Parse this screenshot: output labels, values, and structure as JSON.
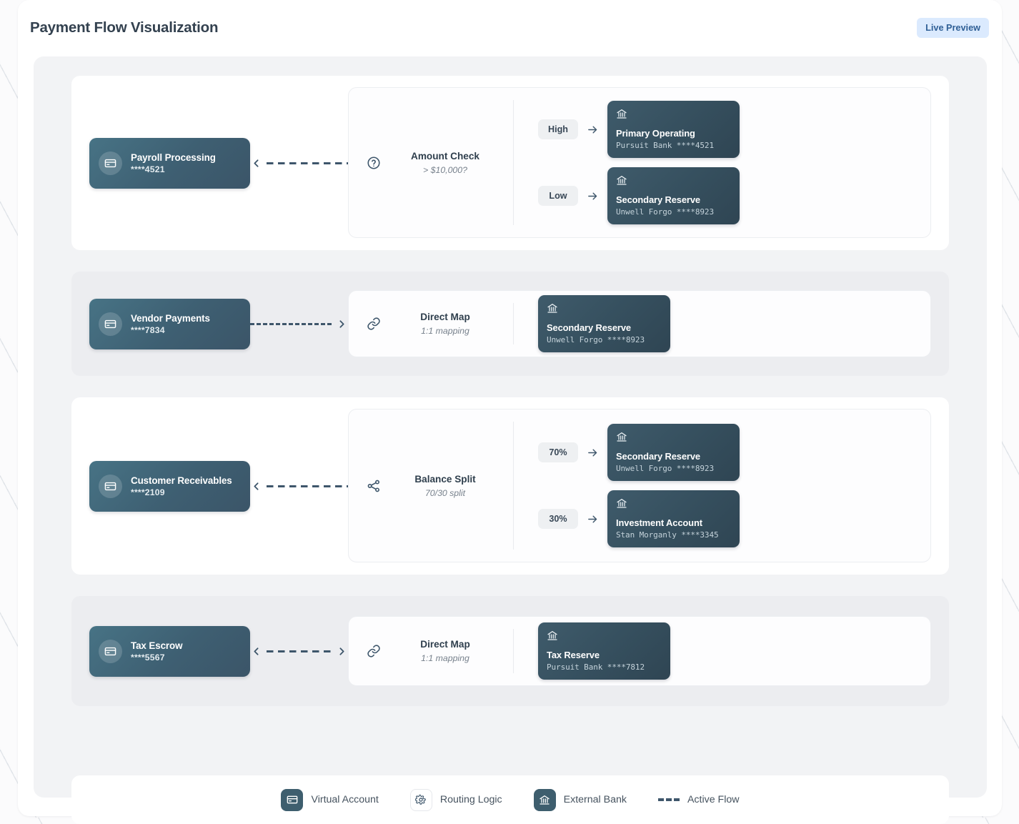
{
  "header": {
    "title": "Payment Flow Visualization",
    "live_preview_label": "Live Preview"
  },
  "flows": [
    {
      "source": {
        "name": "Payroll Processing",
        "account": "****4521",
        "icon": "credit-card-icon"
      },
      "connector": {
        "style": "dash-dot",
        "left_chevron": true,
        "right_chevron": false
      },
      "logic": {
        "icon": "help-circle-icon",
        "title": "Amount Check",
        "subtitle": "> $10,000?"
      },
      "branches": [
        {
          "badge": "High",
          "dest_name": "Primary Operating",
          "dest_bank": "Pursuit Bank ****4521",
          "dest_icon": "bank-icon"
        },
        {
          "badge": "Low",
          "dest_name": "Secondary Reserve",
          "dest_bank": "Unwell Forgo ****8923",
          "dest_icon": "bank-icon"
        }
      ]
    },
    {
      "source": {
        "name": "Vendor Payments",
        "account": "****7834",
        "icon": "credit-card-icon"
      },
      "connector": {
        "style": "dashed",
        "left_chevron": false,
        "right_chevron": true
      },
      "logic": {
        "icon": "link-icon",
        "title": "Direct Map",
        "subtitle": "1:1 mapping"
      },
      "branches": [
        {
          "badge": "",
          "dest_name": "Secondary Reserve",
          "dest_bank": "Unwell Forgo ****8923",
          "dest_icon": "bank-icon"
        }
      ]
    },
    {
      "source": {
        "name": "Customer Receivables",
        "account": "****2109",
        "icon": "credit-card-icon"
      },
      "connector": {
        "style": "dash-dot",
        "left_chevron": true,
        "right_chevron": false
      },
      "logic": {
        "icon": "share-split-icon",
        "title": "Balance Split",
        "subtitle": "70/30 split"
      },
      "branches": [
        {
          "badge": "70%",
          "dest_name": "Secondary Reserve",
          "dest_bank": "Unwell Forgo ****8923",
          "dest_icon": "bank-icon"
        },
        {
          "badge": "30%",
          "dest_name": "Investment Account",
          "dest_bank": "Stan Morganly ****3345",
          "dest_icon": "bank-icon"
        }
      ]
    },
    {
      "source": {
        "name": "Tax Escrow",
        "account": "****5567",
        "icon": "credit-card-icon"
      },
      "connector": {
        "style": "dash-dot",
        "left_chevron": true,
        "right_chevron": true
      },
      "logic": {
        "icon": "link-icon",
        "title": "Direct Map",
        "subtitle": "1:1 mapping"
      },
      "branches": [
        {
          "badge": "",
          "dest_name": "Tax Reserve",
          "dest_bank": "Pursuit Bank ****7812",
          "dest_icon": "bank-icon"
        }
      ]
    }
  ],
  "legend": [
    {
      "label": "Virtual Account",
      "icon": "credit-card-icon",
      "style": "solid"
    },
    {
      "label": "Routing Logic",
      "icon": "gear-icon",
      "style": "outline"
    },
    {
      "label": "External Bank",
      "icon": "bank-icon",
      "style": "solid"
    },
    {
      "label": "Active Flow",
      "icon": "dashed-line-icon",
      "style": "dash"
    }
  ],
  "colors": {
    "accent": "#3e566b",
    "badge_bg": "#dbeafe",
    "badge_text": "#2f5f96",
    "card_gradient_start": "#477385",
    "card_gradient_end": "#3b5568",
    "dest_gradient_start": "#3f5b6b",
    "dest_gradient_end": "#2f4553"
  }
}
